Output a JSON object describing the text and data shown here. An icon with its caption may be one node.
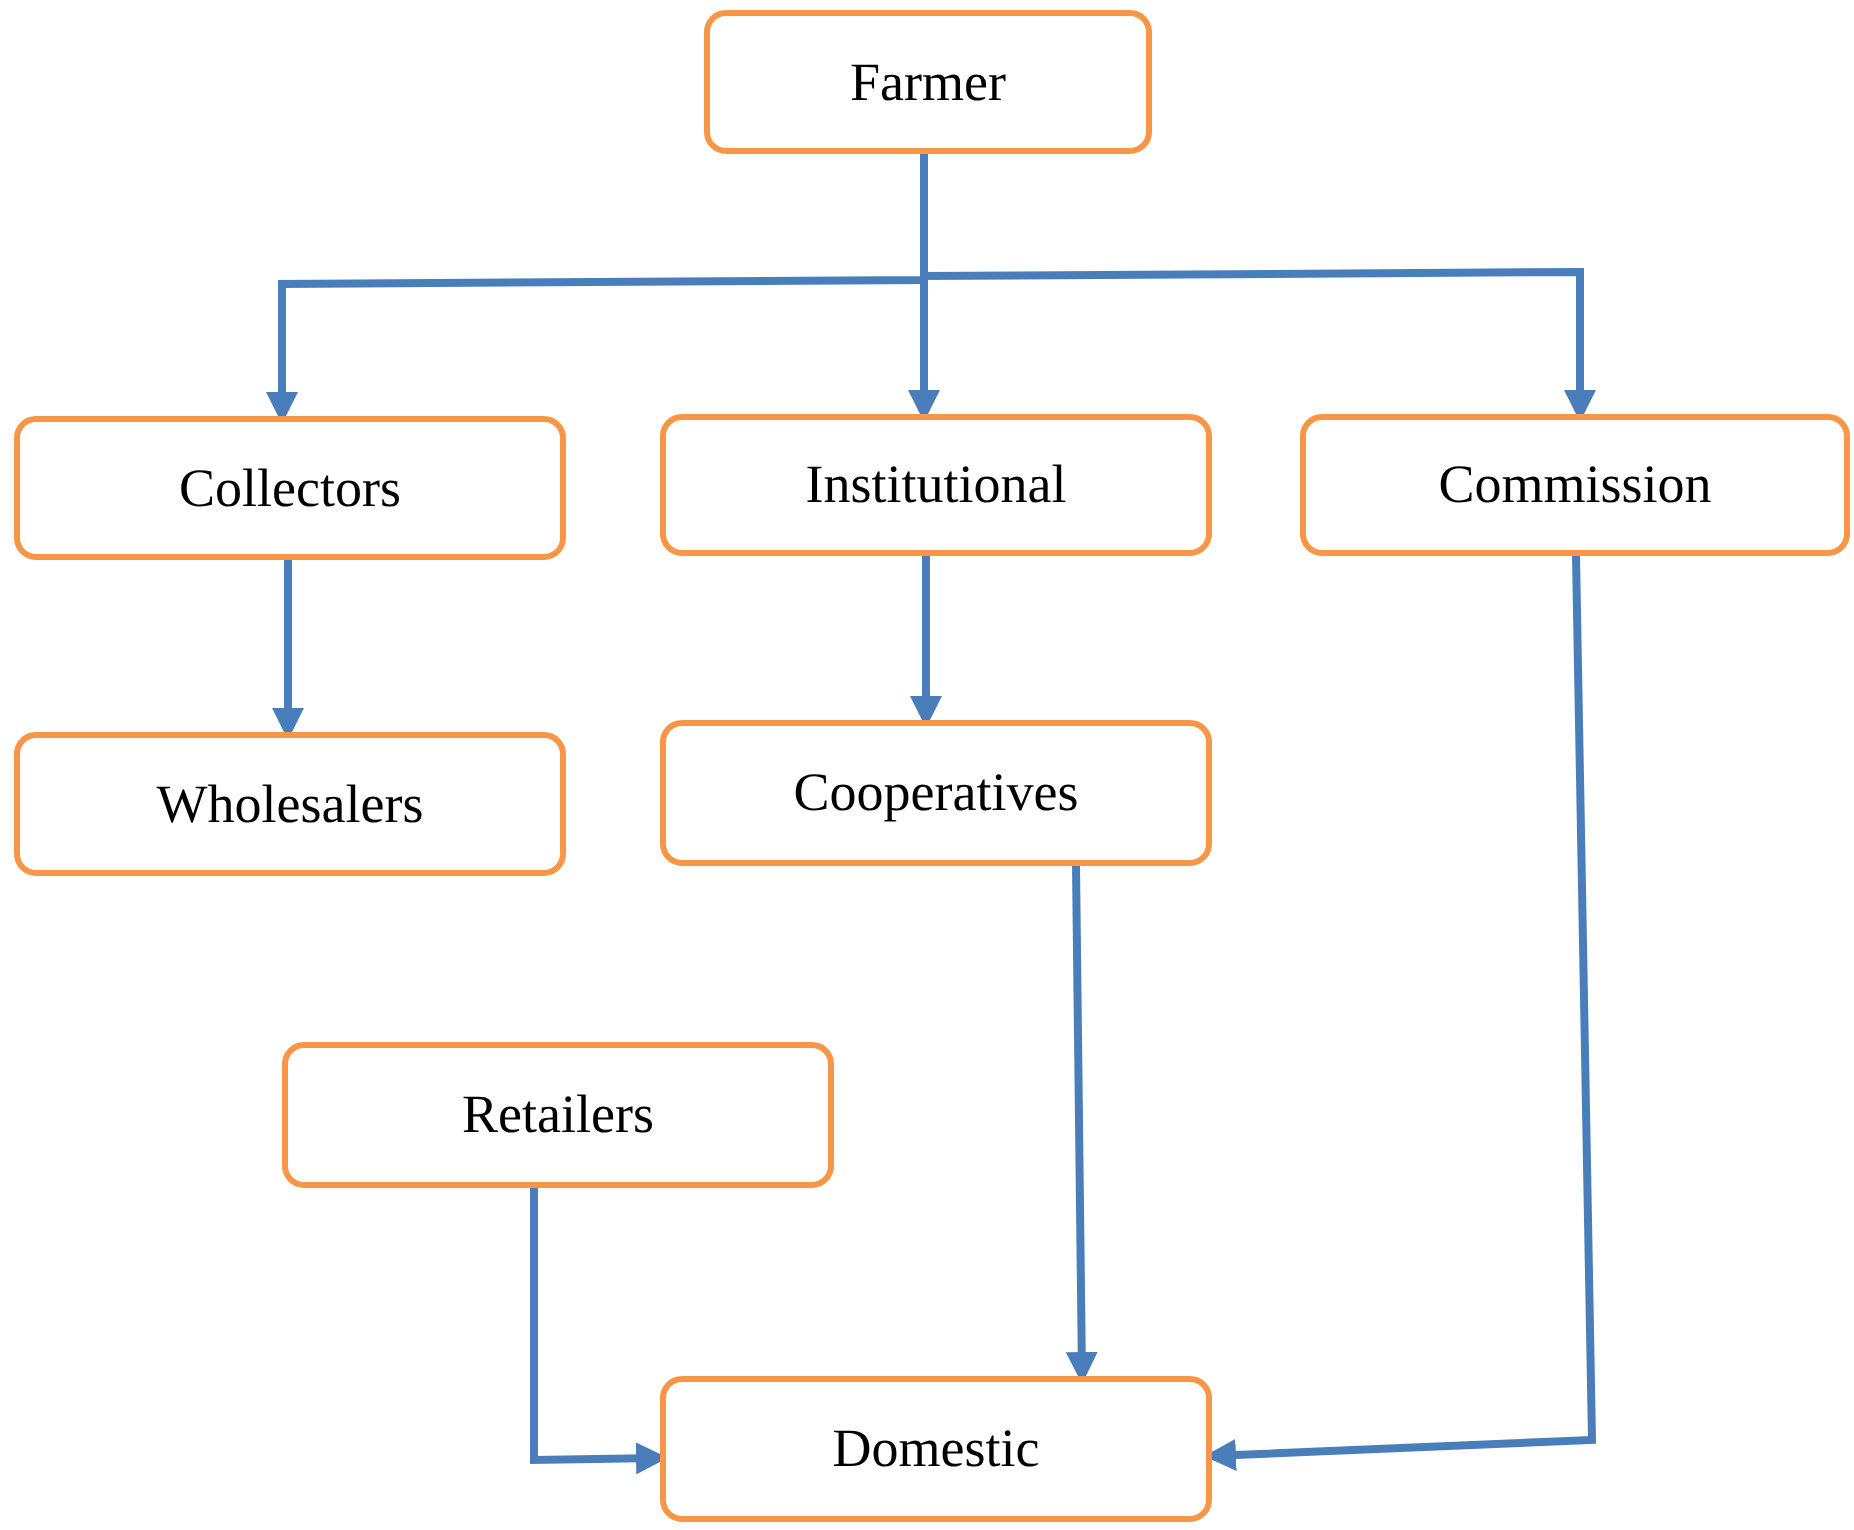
{
  "diagram": {
    "nodes": [
      {
        "text": [
          "Farmer"
        ]
      },
      {
        "text": [
          "Collectors"
        ]
      },
      {
        "text": [
          "Institutional"
        ]
      },
      {
        "text": [
          "Commission"
        ]
      },
      {
        "text": [
          "Wholesalers"
        ]
      },
      {
        "text": [
          "Cooperatives"
        ]
      },
      {
        "text": [
          "Retailers"
        ]
      },
      {
        "text": [
          "Domestic"
        ]
      }
    ],
    "edges": [
      {
        "from": 0,
        "to": 1,
        "arrow": "to"
      },
      {
        "from": 0,
        "to": 2,
        "arrow": "to"
      },
      {
        "from": 0,
        "to": 3,
        "arrow": "to"
      },
      {
        "from": 1,
        "to": 4,
        "arrow": "to"
      },
      {
        "from": 2,
        "to": 5,
        "arrow": "to"
      },
      {
        "from": 5,
        "to": 7,
        "arrow": "to"
      },
      {
        "from": 6,
        "to": 7,
        "arrow": "to"
      },
      {
        "from": 3,
        "to": 7,
        "arrow": "to"
      }
    ]
  }
}
